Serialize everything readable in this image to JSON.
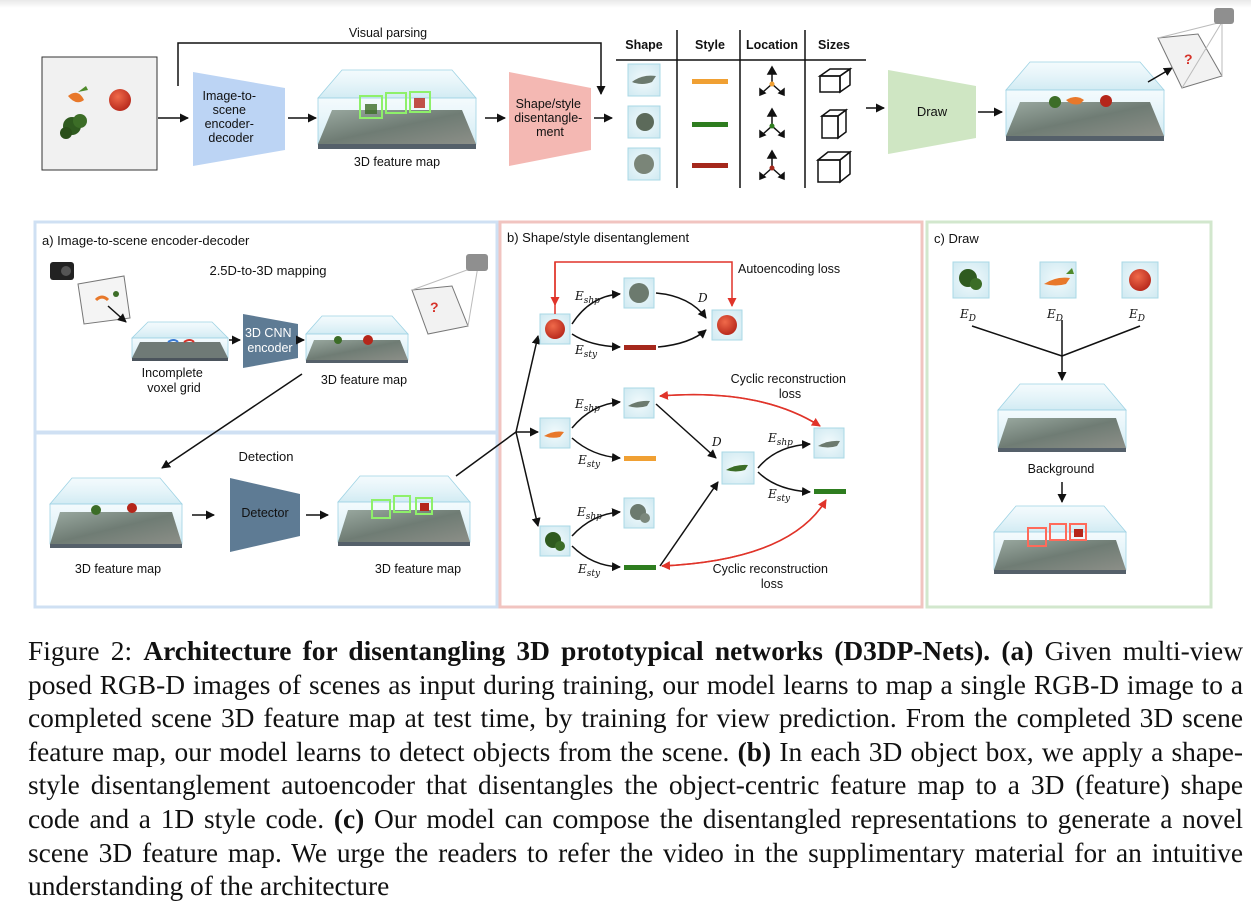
{
  "top_pipeline": {
    "visual_parsing": "Visual parsing",
    "encoder_decoder": [
      "Image-to-",
      "scene",
      "encoder-",
      "decoder"
    ],
    "feature_map_label": "3D feature map",
    "disentangle": [
      "Shape/style",
      "disentangle-",
      "ment"
    ],
    "table_headers": [
      "Shape",
      "Style",
      "Location",
      "Sizes"
    ],
    "style_colors": [
      "#f0a033",
      "#2e7d1f",
      "#a5281c"
    ],
    "draw": "Draw"
  },
  "panel_a": {
    "title": "a) Image-to-scene encoder-decoder",
    "mapping": "2.5D-to-3D mapping",
    "cnn": [
      "3D CNN",
      "encoder"
    ],
    "incomplete": [
      "Incomplete",
      "voxel grid"
    ],
    "feature_map": "3D feature map",
    "detection": "Detection",
    "detector": "Detector",
    "feature_map_left": "3D feature map",
    "feature_map_right": "3D feature map"
  },
  "panel_b": {
    "title": "b) Shape/style disentanglement",
    "autoencoding": "Autoencoding loss",
    "cyclic_1": [
      "Cyclic reconstruction",
      "loss"
    ],
    "cyclic_2": [
      "Cyclic reconstruction",
      "loss"
    ],
    "e": "E",
    "d": "D",
    "shp": "shp",
    "sty": "sty"
  },
  "panel_c": {
    "title": "c) Draw",
    "ed": "E",
    "ed_sub": "D",
    "background": "Background"
  },
  "caption": {
    "lead": "Figure 2: ",
    "title": "Architecture for disentangling 3D prototypical networks (D3DP-Nets).",
    "a_tag": "(a)",
    "a_text": " Given multi-view posed RGB-D images of scenes as input during training, our model learns to map a single RGB-D image to a completed scene 3D feature map at test time, by training for view prediction. From the completed 3D scene feature map, our model learns to detect objects from the scene. ",
    "b_tag": "(b)",
    "b_text": " In each 3D object box, we apply a shape-style disentanglement autoencoder that disentangles the object-centric feature map to a 3D (feature) shape code and a 1D style code. ",
    "c_tag": "(c)",
    "c_text": " Our model can compose the disentangled representations to generate a novel scene 3D feature map. We urge the readers to refer the video in the supplimentary material for an intuitive understanding of the architecture"
  }
}
